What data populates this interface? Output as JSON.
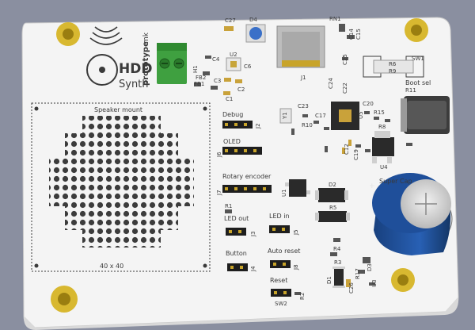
{
  "board": {
    "logo_hdd": "HDD",
    "logo_synth": "Synth",
    "logo_brand": "prototype",
    "logo_brand_suffix": "mk",
    "speaker_label": "Speaker mount",
    "speaker_size": "40 x 40",
    "headers": {
      "debug": "Debug",
      "oled": "OLED",
      "rotary": "Rotary encoder",
      "led_out": "LED out",
      "led_in": "LED in",
      "button": "Button",
      "auto_reset": "Auto reset",
      "reset": "Reset",
      "boot_sel": "Boot sel",
      "super_cap": "Super Cap"
    },
    "refs": {
      "c27": "C27",
      "d4": "D4",
      "rn1": "RN1",
      "c14": "C14",
      "c15": "C15",
      "c4": "C4",
      "u2": "U2",
      "c6": "C6",
      "c3": "C3",
      "c2": "C2",
      "c1": "C1",
      "h1": "H1",
      "fb2": "FB2",
      "fb1": "FB1",
      "j1": "J1",
      "c25": "C25",
      "r6": "R6",
      "r9": "R9",
      "sw1": "SW1",
      "c24": "C24",
      "c22": "C22",
      "r11": "R11",
      "c23": "C23",
      "c17": "C17",
      "r10": "R10",
      "c20": "C20",
      "r15": "R15",
      "r8": "R8",
      "c19": "C19",
      "c12": "C12",
      "u4": "U4",
      "u5": "U5",
      "j2": "J2",
      "j6": "J6",
      "j7": "J7",
      "u1": "U1",
      "d2": "D2",
      "r5": "R5",
      "r1": "R1",
      "j3": "J3",
      "j5": "J5",
      "r4": "R4",
      "r3": "R3",
      "d3": "D3",
      "d1": "D1",
      "c26": "C26",
      "r17": "R17",
      "j4": "J4",
      "j8": "J8",
      "sw2": "SW2",
      "r2": "R2",
      "u3": "U3",
      "y1": "Y1"
    }
  },
  "colors": {
    "background": "#8a8fa0",
    "board": "#f4f4f4",
    "silkscreen": "#3a3a3a",
    "gold_pad": "#d8b830",
    "header_black": "#1e1e1e",
    "terminal_green": "#3fa040",
    "cap_blue": "#1f4f9a",
    "button_blue": "#3a70c8"
  }
}
